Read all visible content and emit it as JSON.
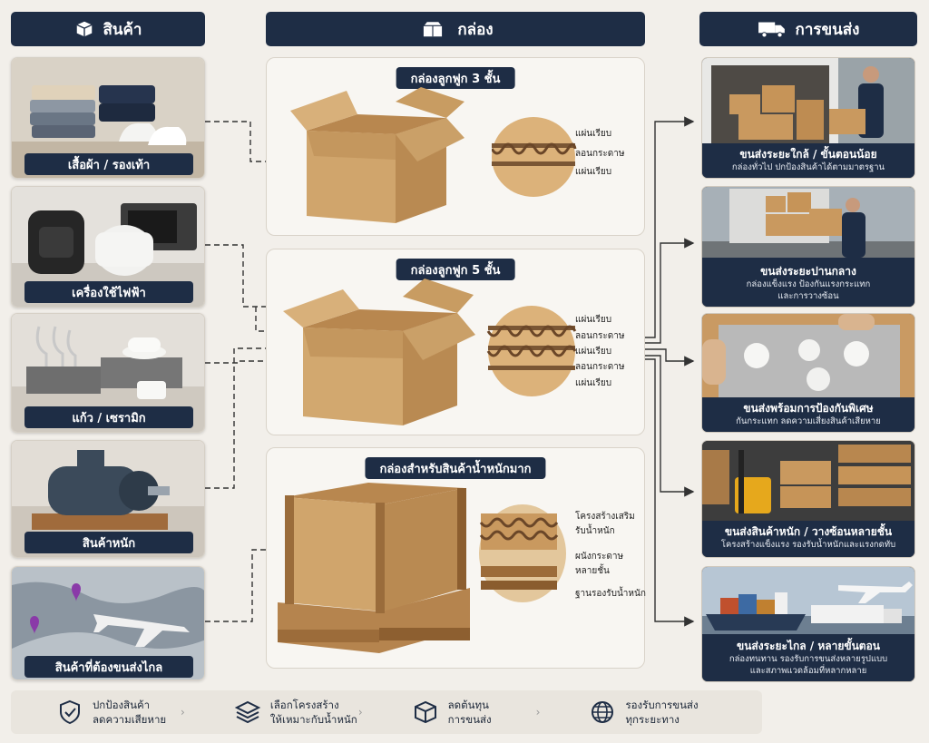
{
  "headers": {
    "products": "สินค้า",
    "boxes": "กล่อง",
    "shipping": "การขนส่ง"
  },
  "products": [
    {
      "label": "เสื้อผ้า / รองเท้า"
    },
    {
      "label": "เครื่องใช้ไฟฟ้า"
    },
    {
      "label": "แก้ว / เซรามิก"
    },
    {
      "label": "สินค้าหนัก"
    },
    {
      "label": "สินค้าที่ต้องขนส่งไกล"
    }
  ],
  "boxes": [
    {
      "title": "กล่องลูกฟูก 3 ชั้น",
      "layers": [
        "แผ่นเรียบ",
        "ลอนกระดาษ",
        "แผ่นเรียบ"
      ]
    },
    {
      "title": "กล่องลูกฟูก 5 ชั้น",
      "layers": [
        "แผ่นเรียบ",
        "ลอนกระดาษ",
        "แผ่นเรียบ",
        "ลอนกระดาษ",
        "แผ่นเรียบ"
      ]
    },
    {
      "title": "กล่องสำหรับสินค้าน้ำหนักมาก",
      "layers": [
        "โครงสร้างเสริม",
        "รับน้ำหนัก",
        "ผนังกระดาษ",
        "หลายชั้น",
        "ฐานรองรับน้ำหนัก"
      ]
    }
  ],
  "shipping": [
    {
      "title": "ขนส่งระยะใกล้ / ขั้นตอนน้อย",
      "sub1": "กล่องทั่วไป ปกป้องสินค้าได้ตามมาตรฐาน",
      "sub2": ""
    },
    {
      "title": "ขนส่งระยะปานกลาง",
      "sub1": "กล่องแข็งแรง ป้องกันแรงกระแทก",
      "sub2": "และการวางซ้อน"
    },
    {
      "title": "ขนส่งพร้อมการป้องกันพิเศษ",
      "sub1": "กันกระแทก ลดความเสี่ยงสินค้าเสียหาย",
      "sub2": ""
    },
    {
      "title": "ขนส่งสินค้าหนัก / วางซ้อนหลายชั้น",
      "sub1": "โครงสร้างแข็งแรง รองรับน้ำหนักและแรงกดทับ",
      "sub2": ""
    },
    {
      "title": "ขนส่งระยะไกล / หลายขั้นตอน",
      "sub1": "กล่องทนทาน รองรับการขนส่งหลายรูปแบบ",
      "sub2": "และสภาพแวดล้อมที่หลากหลาย"
    }
  ],
  "footer": [
    {
      "line1": "ปกป้องสินค้า",
      "line2": "ลดความเสียหาย",
      "icon": "shield-check-icon"
    },
    {
      "line1": "เลือกโครงสร้าง",
      "line2": "ให้เหมาะกับน้ำหนัก",
      "icon": "layers-icon"
    },
    {
      "line1": "ลดต้นทุน",
      "line2": "การขนส่ง",
      "icon": "box-icon"
    },
    {
      "line1": "รองรับการขนส่ง",
      "line2": "ทุกระยะทาง",
      "icon": "globe-icon"
    }
  ],
  "footer_separator": "›",
  "colors": {
    "navy": "#1e2d45",
    "cardboard": "#c99a63",
    "background": "#f2efea"
  }
}
